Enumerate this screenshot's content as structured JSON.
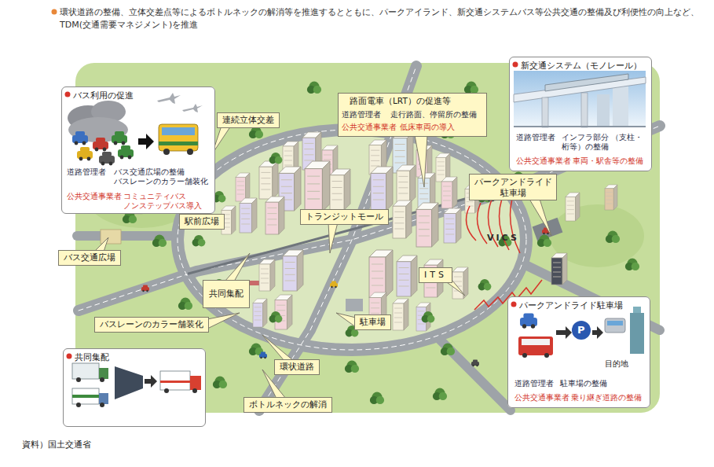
{
  "diagram": {
    "title": "環状道路の整備、立体交差点等によるボトルネックの解消等を推進するとともに、パークアイランド、新交通システムバス等公共交通の整備及び利便性の向上など、TDM(交通需要マネジメント)を推進",
    "caption": "資料）国土交通省",
    "nodes": [
      {
        "text": [
          "バス利用の促進",
          "道路管理者",
          "バス交通広場の整備 バスレーンのカラー舗装化",
          "公共交通事業者",
          "コミュニティバス ノンステップバス導入"
        ]
      },
      {
        "text": [
          "連続立体交差"
        ]
      },
      {
        "text": [
          "路面電車（LRT）の促進等",
          "道路管理者",
          "走行路面、停留所の整備",
          "公共交通事業者",
          "低床車両の導入"
        ]
      },
      {
        "text": [
          "新交通システム（モノレール）",
          "道路管理者",
          "インフラ部分 （支柱・桁等）の整備",
          "公共交通事業者",
          "車両・駅舎等の整備"
        ]
      },
      {
        "text": [
          "パークアンドライド 駐車場"
        ]
      },
      {
        "text": [
          "駅前広場"
        ]
      },
      {
        "text": [
          "トランジットモール"
        ]
      },
      {
        "text": [
          "バス交通広場"
        ]
      },
      {
        "text": [
          "共同集配"
        ]
      },
      {
        "text": [
          "ITS"
        ]
      },
      {
        "text": [
          "バスレーンのカラー舗装化"
        ]
      },
      {
        "text": [
          "駐車場"
        ]
      },
      {
        "text": [
          "パークアンドライド駐車場",
          "道路管理者",
          "駐車場の整備",
          "公共交通事業者",
          "乗り継ぎ道路の整備"
        ]
      },
      {
        "text": [
          "環状道路"
        ]
      },
      {
        "text": [
          "共同集配"
        ]
      },
      {
        "text": [
          "ボトルネックの解消"
        ]
      }
    ],
    "labels": [
      "VICS",
      "P",
      "目的地"
    ]
  }
}
